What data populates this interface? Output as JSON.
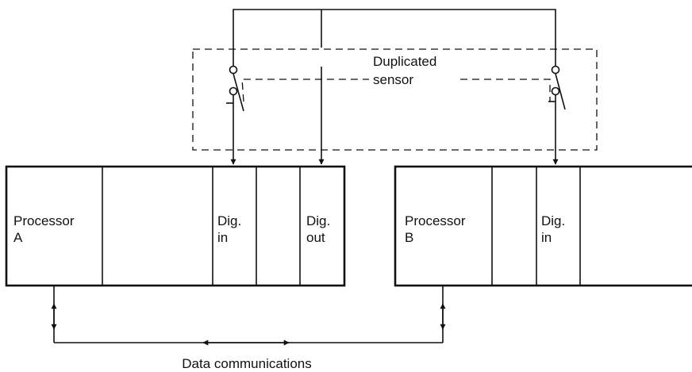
{
  "sensor": {
    "label_line1": "Duplicated",
    "label_line2": "sensor"
  },
  "processor_a": {
    "name_line1": "Processor",
    "name_line2": "A",
    "dig_in_line1": "Dig.",
    "dig_in_line2": "in",
    "dig_out_line1": "Dig.",
    "dig_out_line2": "out"
  },
  "processor_b": {
    "name_line1": "Processor",
    "name_line2": "B",
    "dig_in_line1": "Dig.",
    "dig_in_line2": "in"
  },
  "comms": {
    "label": "Data communications"
  }
}
